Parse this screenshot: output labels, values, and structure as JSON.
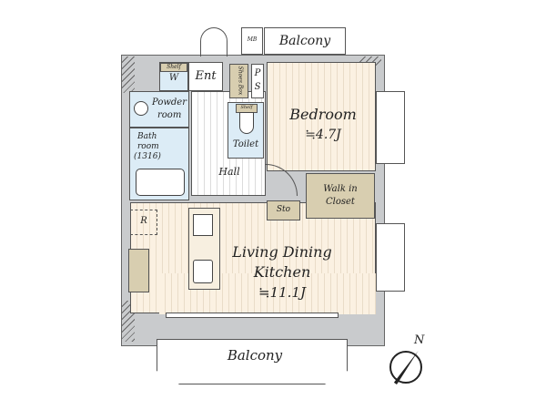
{
  "rooms": {
    "balcony_top": "Balcony",
    "mb": "MB",
    "shelf": "Shelf",
    "w": "W",
    "entrance": "Ent",
    "shoes_box": "Shoes Box",
    "ps_p": "P",
    "ps_s": "S",
    "powder_room_1": "Powder",
    "powder_room_2": "room",
    "bath_1": "Bath",
    "bath_2": "room",
    "bath_3": "(1316)",
    "toilet_shelf": "Shelf",
    "toilet": "Toilet",
    "hall": "Hall",
    "bedroom": "Bedroom",
    "bedroom_size": "≒4.7J",
    "walk_in_closet_1": "Walk in",
    "walk_in_closet_2": "Closet",
    "storage": "Sto",
    "refrigerator": "R",
    "ldk_1": "Living Dining",
    "ldk_2": "Kitchen",
    "ldk_size": "≒11.1J",
    "balcony_bottom": "Balcony"
  },
  "compass": {
    "label": "N"
  },
  "colors": {
    "floor": "#fbf1e2",
    "wet": "#dcecf6",
    "storage": "#d8ceb0",
    "wall": "#c9cbcd"
  }
}
